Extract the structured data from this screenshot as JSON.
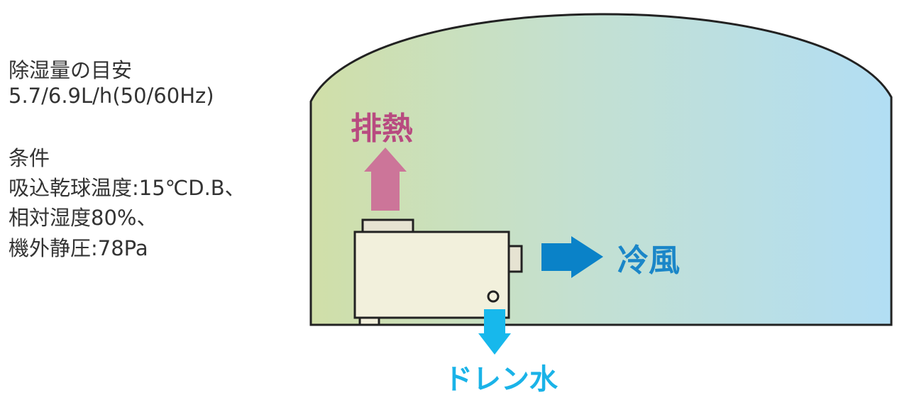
{
  "conditions": {
    "title": "除湿量の目安",
    "capacity": "5.7/6.9L/h(50/60Hz)",
    "cond_heading": "条件",
    "line1": "吸込乾球温度:15℃D.B、",
    "line2": "相対湿度80%、",
    "line3": "機外静圧:78Pa"
  },
  "diagram": {
    "exhaust_heat": "排熱",
    "cool_air": "冷風",
    "drain_water": "ドレン水"
  },
  "colors": {
    "exhaust": "#cc7599",
    "exhaust_text": "#b84a80",
    "cool": "#0a82c8",
    "cool_text": "#1a86c8",
    "drain": "#17b8ec",
    "drain_text": "#1ab3e8"
  }
}
